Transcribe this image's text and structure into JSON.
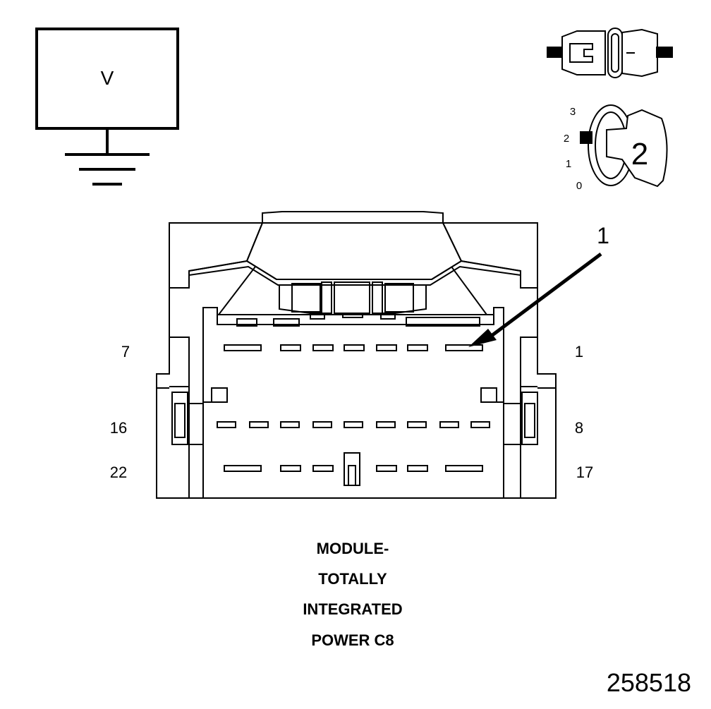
{
  "meter": {
    "symbol": "V"
  },
  "ignition": {
    "positions": [
      "3",
      "2",
      "1",
      "0"
    ],
    "active_position": "2",
    "key_number": "2"
  },
  "callout": {
    "number": "1"
  },
  "pin_labels": {
    "row1_left": "7",
    "row1_right": "1",
    "row2_left": "16",
    "row2_right": "8",
    "row3_left": "22",
    "row3_right": "17"
  },
  "caption": {
    "line1": "MODULE-",
    "line2": "TOTALLY",
    "line3": "INTEGRATED",
    "line4": "POWER C8"
  },
  "figure_id": "258518"
}
